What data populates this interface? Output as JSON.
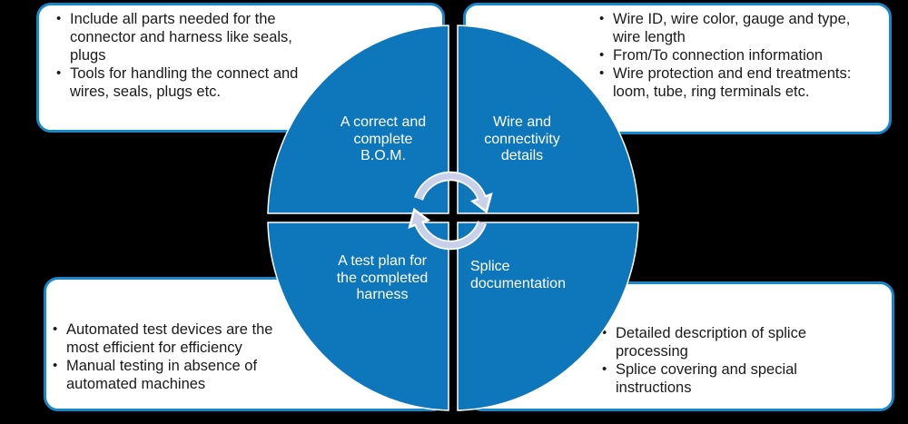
{
  "colors": {
    "background": "#000000",
    "quadrant_blue": "#0e76ba",
    "quadrant_stroke": "#ffffff",
    "box_fill": "#ffffff",
    "box_border_blue": "#1787cb",
    "arrow_fill": "#c9d0ea",
    "arrow_outline": "#ffffff",
    "label_text": "#ffffff",
    "body_text": "#1a1a1a"
  },
  "glyphs": {
    "bullet": "•"
  },
  "wheel": {
    "center_icon": "cycle-arrows",
    "quadrants": {
      "top_left": {
        "label": "A correct and complete B.O.M."
      },
      "top_right": {
        "label": "Wire and connectivity details"
      },
      "bottom_left": {
        "label": "A test plan for the completed harness"
      },
      "bottom_right": {
        "label": "Splice documentation"
      }
    }
  },
  "callouts": {
    "top_left": {
      "items": [
        "Include all parts needed for the connector and harness like seals, plugs",
        "Tools for handling the connect and wires, seals, plugs etc."
      ]
    },
    "top_right": {
      "items": [
        "Wire ID, wire color, gauge and type, wire length",
        "From/To connection information",
        "Wire protection and end treatments: loom, tube, ring terminals etc."
      ]
    },
    "bottom_left": {
      "items": [
        "Automated test devices are the most efficient for efficiency",
        "Manual testing in absence of automated machines"
      ]
    },
    "bottom_right": {
      "items": [
        "Detailed description of splice processing",
        "Splice covering and special instructions"
      ]
    }
  }
}
